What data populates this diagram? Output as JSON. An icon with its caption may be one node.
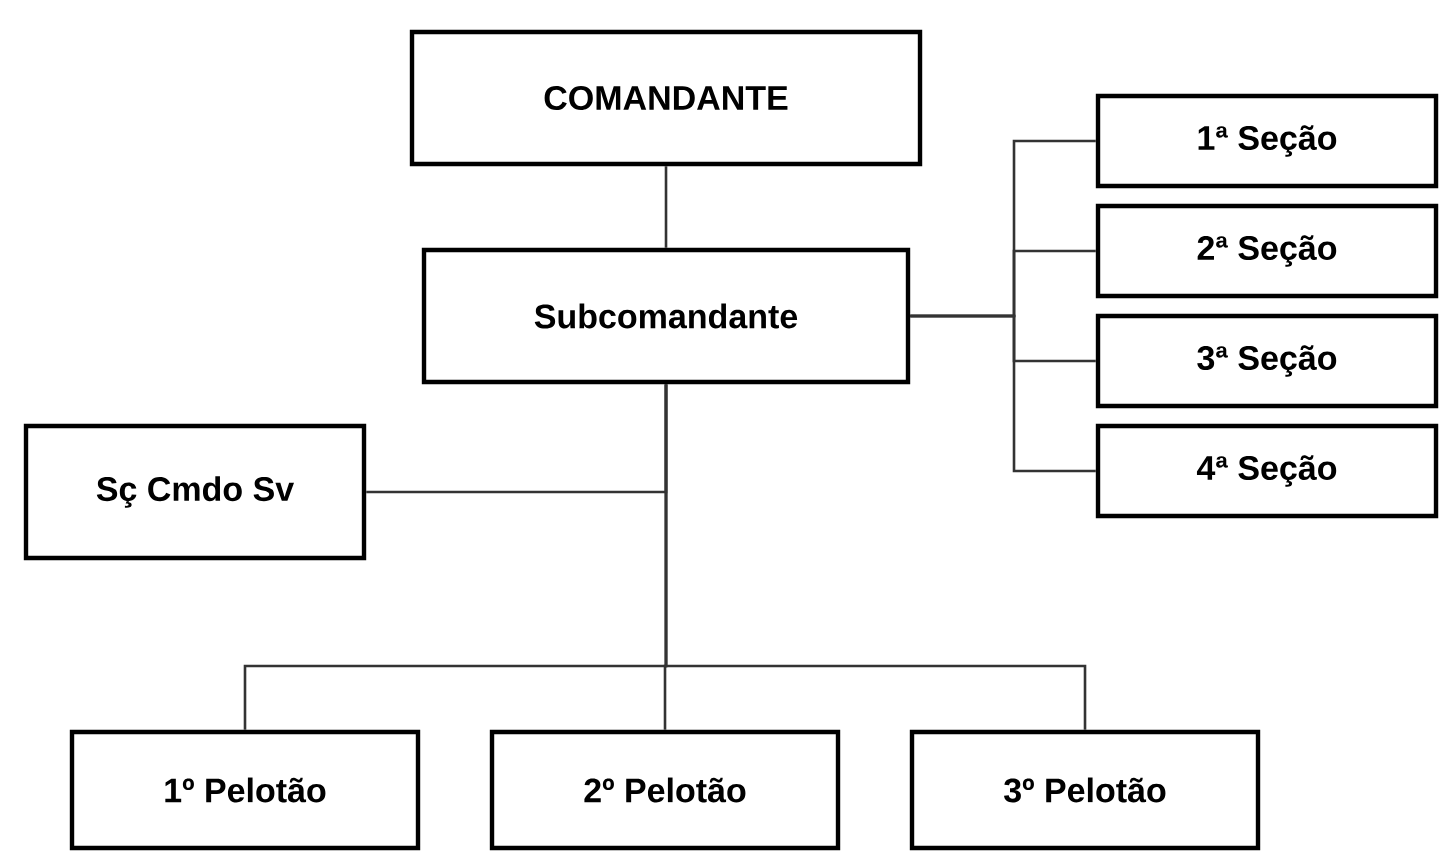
{
  "diagram": {
    "nodes": [
      {
        "text": [
          "COMANDANTE"
        ]
      },
      {
        "text": [
          "Subcomandante"
        ]
      },
      {
        "text": [
          "1ª Seção"
        ]
      },
      {
        "text": [
          "2ª Seção"
        ]
      },
      {
        "text": [
          "3ª Seção"
        ]
      },
      {
        "text": [
          "4ª Seção"
        ]
      },
      {
        "text": [
          "Sç Cmdo Sv"
        ]
      },
      {
        "text": [
          "1º Pelotão"
        ]
      },
      {
        "text": [
          "2º Pelotão"
        ]
      },
      {
        "text": [
          "3º Pelotão"
        ]
      }
    ],
    "edges": [
      {
        "from": 0,
        "to": 1,
        "arrow": "none"
      },
      {
        "from": 1,
        "to": 2,
        "arrow": "none"
      },
      {
        "from": 1,
        "to": 3,
        "arrow": "none"
      },
      {
        "from": 1,
        "to": 4,
        "arrow": "none"
      },
      {
        "from": 1,
        "to": 5,
        "arrow": "none"
      },
      {
        "from": 1,
        "to": 6,
        "arrow": "none"
      },
      {
        "from": 1,
        "to": 7,
        "arrow": "none"
      },
      {
        "from": 1,
        "to": 8,
        "arrow": "none"
      },
      {
        "from": 1,
        "to": 9,
        "arrow": "none"
      }
    ]
  }
}
